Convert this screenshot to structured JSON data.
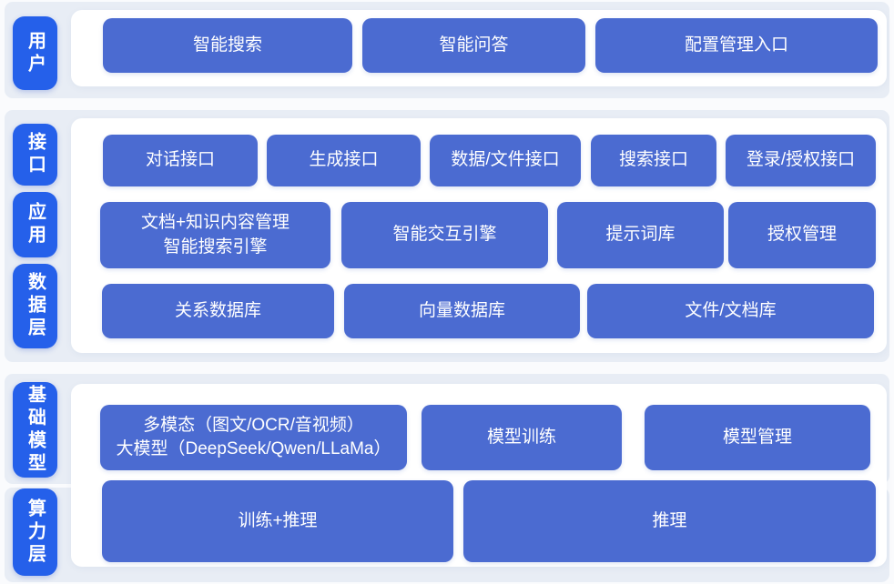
{
  "colors": {
    "layer_pill_blue": "#2560ea",
    "module_box_blue": "#4b6bd1",
    "section_band": "#e8edf5",
    "panel_white": "#ffffff",
    "text_white": "#ffffff"
  },
  "layers": {
    "user": "用户",
    "interface": "接口",
    "application": "应用",
    "data_layer": "数据层",
    "foundation_model": "基础模型",
    "compute_layer": "算力层"
  },
  "user_row": {
    "smart_search": "智能搜索",
    "smart_qa": "智能问答",
    "config_entry": "配置管理入口"
  },
  "interface_row": {
    "dialog_api": "对话接口",
    "generation_api": "生成接口",
    "data_file_api": "数据/文件接口",
    "search_api": "搜索接口",
    "login_auth_api": "登录/授权接口"
  },
  "application_row": {
    "doc_knowledge_search_engine": "文档+知识内容管理\n智能搜索引擎",
    "interaction_engine": "智能交互引擎",
    "prompt_library": "提示词库",
    "auth_management": "授权管理"
  },
  "data_row": {
    "relational_db": "关系数据库",
    "vector_db": "向量数据库",
    "file_doc_store": "文件/文档库"
  },
  "model_row": {
    "multimodal_llm": "多模态（图文/OCR/音视频）\n大模型（DeepSeek/Qwen/LLaMa）",
    "model_training": "模型训练",
    "model_management": "模型管理"
  },
  "compute_row": {
    "training_inference": "训练+推理",
    "inference": "推理"
  }
}
